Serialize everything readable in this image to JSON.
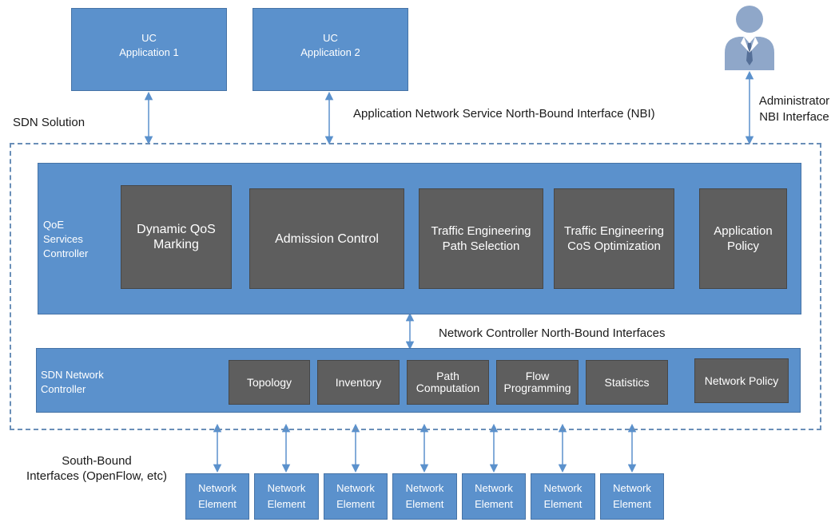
{
  "apps": [
    {
      "line1": "UC",
      "line2": "Application 1"
    },
    {
      "line1": "UC",
      "line2": "Application 2"
    }
  ],
  "labels": {
    "sdn_solution": "SDN Solution",
    "app_nbi": "Application Network Service North-Bound Interface (NBI)",
    "admin_line1": "Administrator",
    "admin_line2": "NBI Interface",
    "net_ctrl_nbi": "Network Controller North-Bound Interfaces",
    "sbi_line1": "South-Bound",
    "sbi_line2": "Interfaces (OpenFlow, etc)"
  },
  "qoe_controller": {
    "label_lines": [
      "QoE",
      "Services",
      "Controller"
    ],
    "services": [
      {
        "lines": [
          "Dynamic QoS",
          "Marking"
        ]
      },
      {
        "lines": [
          "Admission Control"
        ]
      },
      {
        "lines": [
          "Traffic Engineering",
          "Path Selection"
        ]
      },
      {
        "lines": [
          "Traffic Engineering",
          "CoS Optimization"
        ]
      },
      {
        "lines": [
          "Application",
          "Policy"
        ]
      }
    ]
  },
  "sdn_controller": {
    "label_lines": [
      "SDN Network",
      "Controller"
    ],
    "modules": [
      {
        "lines": [
          "Topology"
        ]
      },
      {
        "lines": [
          "Inventory"
        ]
      },
      {
        "lines": [
          "Path",
          "Computation"
        ]
      },
      {
        "lines": [
          "Flow",
          "Programming"
        ]
      },
      {
        "lines": [
          "Statistics"
        ]
      },
      {
        "lines": [
          "Network Policy"
        ]
      }
    ]
  },
  "network_elements": [
    {
      "line1": "Network",
      "line2": "Element"
    },
    {
      "line1": "Network",
      "line2": "Element"
    },
    {
      "line1": "Network",
      "line2": "Element"
    },
    {
      "line1": "Network",
      "line2": "Element"
    },
    {
      "line1": "Network",
      "line2": "Element"
    },
    {
      "line1": "Network",
      "line2": "Element"
    },
    {
      "line1": "Network",
      "line2": "Element"
    }
  ],
  "colors": {
    "box_blue": "#5b91cc",
    "service_gray": "#5e5e5e",
    "arrow": "#5b91cc",
    "dashed_border": "#6a8fb8"
  },
  "icons": {
    "admin": "person-icon"
  }
}
